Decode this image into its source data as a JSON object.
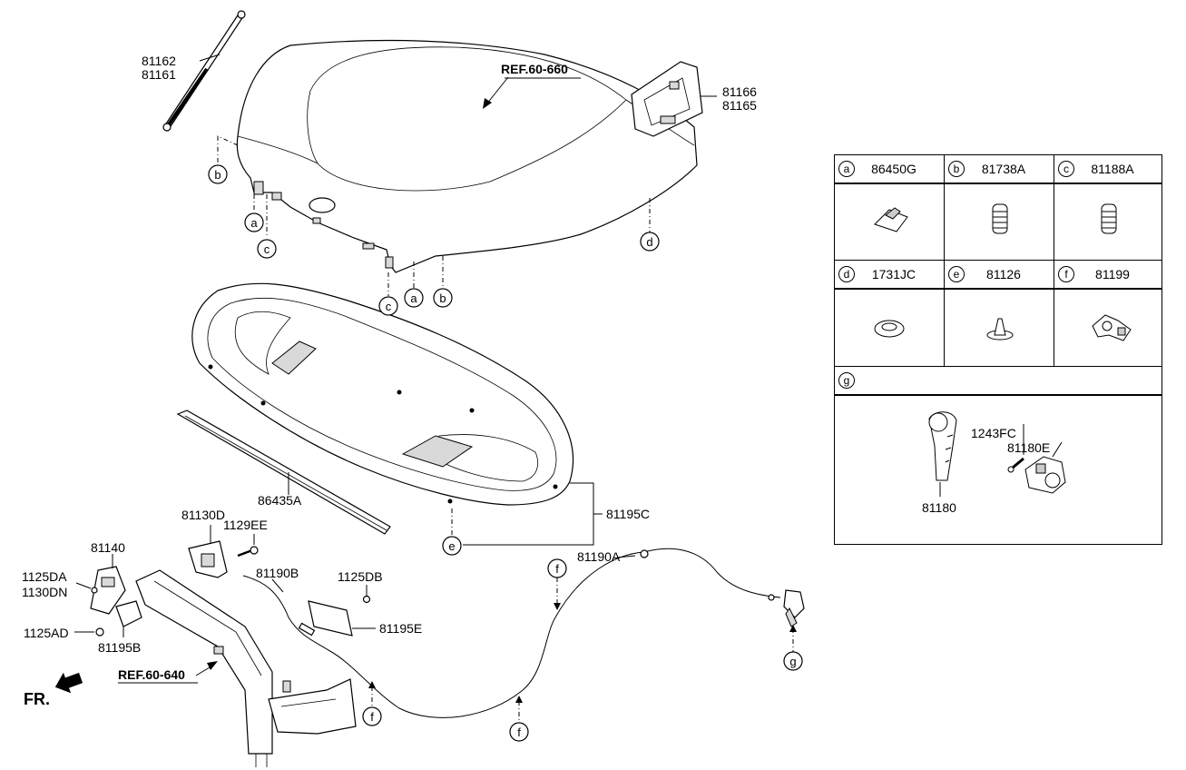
{
  "diagram": {
    "refs": {
      "hood": "REF.60-660",
      "carrier": "REF.60-640"
    },
    "direction_label": "FR.",
    "parts": {
      "p81162": "81162",
      "p81161": "81161",
      "p81166": "81166",
      "p81165": "81165",
      "p86435A": "86435A",
      "p81195C": "81195C",
      "p81130D": "81130D",
      "p1129EE": "1129EE",
      "p81140": "81140",
      "p1125DA": "1125DA",
      "p1130DN": "1130DN",
      "p1125AD": "1125AD",
      "p81195B": "81195B",
      "p81190B": "81190B",
      "p1125DB": "1125DB",
      "p81195E": "81195E",
      "p81190A": "81190A"
    },
    "callouts": [
      "a",
      "b",
      "c",
      "d",
      "e",
      "f",
      "g"
    ]
  },
  "legend": {
    "cells": [
      {
        "letter": "a",
        "code": "86450G",
        "icon": "hood-stay-clip-icon"
      },
      {
        "letter": "b",
        "code": "81738A",
        "icon": "bumper-stopper-icon"
      },
      {
        "letter": "c",
        "code": "81188A",
        "icon": "bumper-stopper-icon"
      },
      {
        "letter": "d",
        "code": "1731JC",
        "icon": "grommet-icon"
      },
      {
        "letter": "e",
        "code": "81126",
        "icon": "push-clip-icon"
      },
      {
        "letter": "f",
        "code": "81199",
        "icon": "cable-clip-icon"
      }
    ],
    "g": {
      "letter": "g",
      "parts": {
        "screw": "1243FC",
        "bracket": "81180E",
        "handle": "81180"
      }
    }
  }
}
